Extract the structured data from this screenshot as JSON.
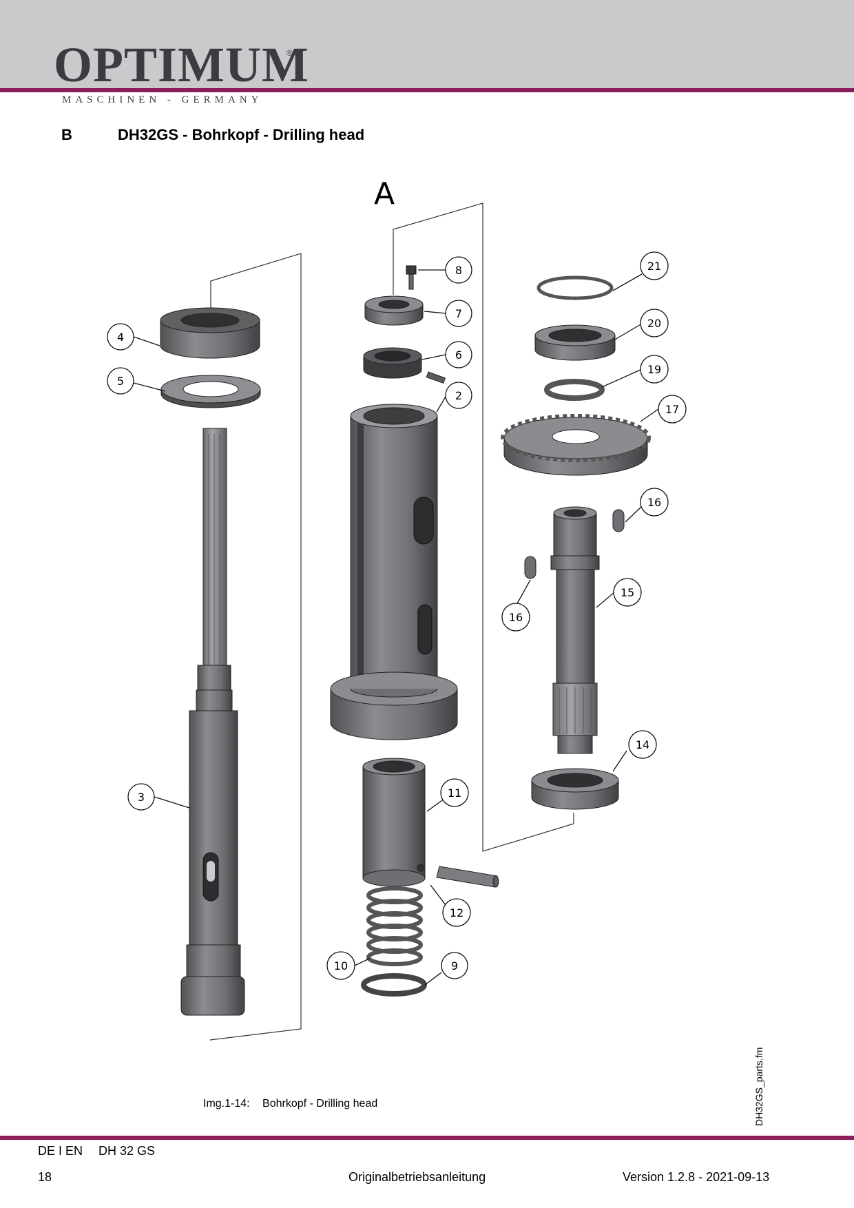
{
  "header": {
    "logo_text": "OPTIMUM",
    "logo_registered": "®",
    "logo_subtitle": "MASCHINEN - GERMANY",
    "brand_color": "#8e1d5b"
  },
  "section": {
    "letter": "B",
    "title": "DH32GS - Bohrkopf - Drilling head"
  },
  "diagram": {
    "group_label": "A",
    "callouts": {
      "c2": "2",
      "c3": "3",
      "c4": "4",
      "c5": "5",
      "c6": "6",
      "c7": "7",
      "c8": "8",
      "c9": "9",
      "c10": "10",
      "c11": "11",
      "c12": "12",
      "c14": "14",
      "c15": "15",
      "c16a": "16",
      "c16b": "16",
      "c17": "17",
      "c19": "19",
      "c20": "20",
      "c21": "21"
    }
  },
  "caption": {
    "id": "Img.1-14:",
    "text": "Bohrkopf - Drilling head"
  },
  "side_filename": "DH32GS_parts.fm",
  "footer": {
    "lang": "DE I EN",
    "model": "DH 32 GS",
    "page": "18",
    "center": "Originalbetriebsanleitung",
    "version": "Version 1.2.8 - 2021-09-13"
  }
}
